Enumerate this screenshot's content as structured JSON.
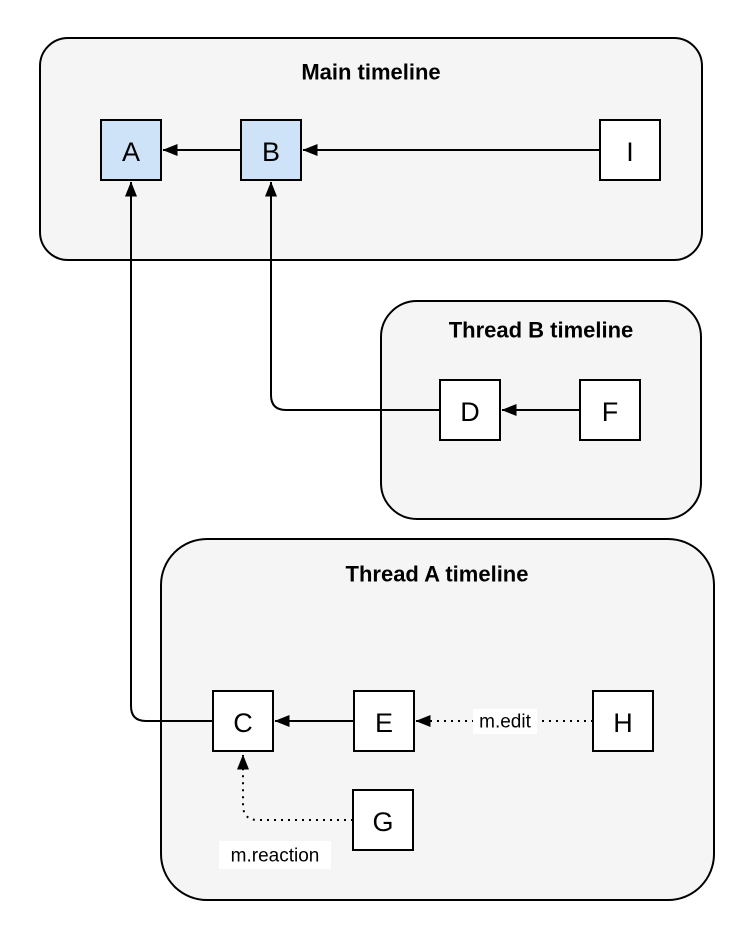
{
  "groups": [
    {
      "title": "Main timeline"
    },
    {
      "title": "Thread B timeline"
    },
    {
      "title": "Thread A timeline"
    }
  ],
  "nodes": {
    "a": "A",
    "b": "B",
    "c": "C",
    "d": "D",
    "e": "E",
    "f": "F",
    "g": "G",
    "h": "H",
    "i": "I"
  },
  "edge_labels": {
    "edit": "m.edit",
    "reaction": "m.reaction"
  },
  "colors": {
    "group_fill": "#f5f5f5",
    "node_fill": "#ffffff",
    "node_fill_highlight": "#cfe3f8",
    "stroke": "#000000",
    "label_bg": "#ffffff"
  }
}
